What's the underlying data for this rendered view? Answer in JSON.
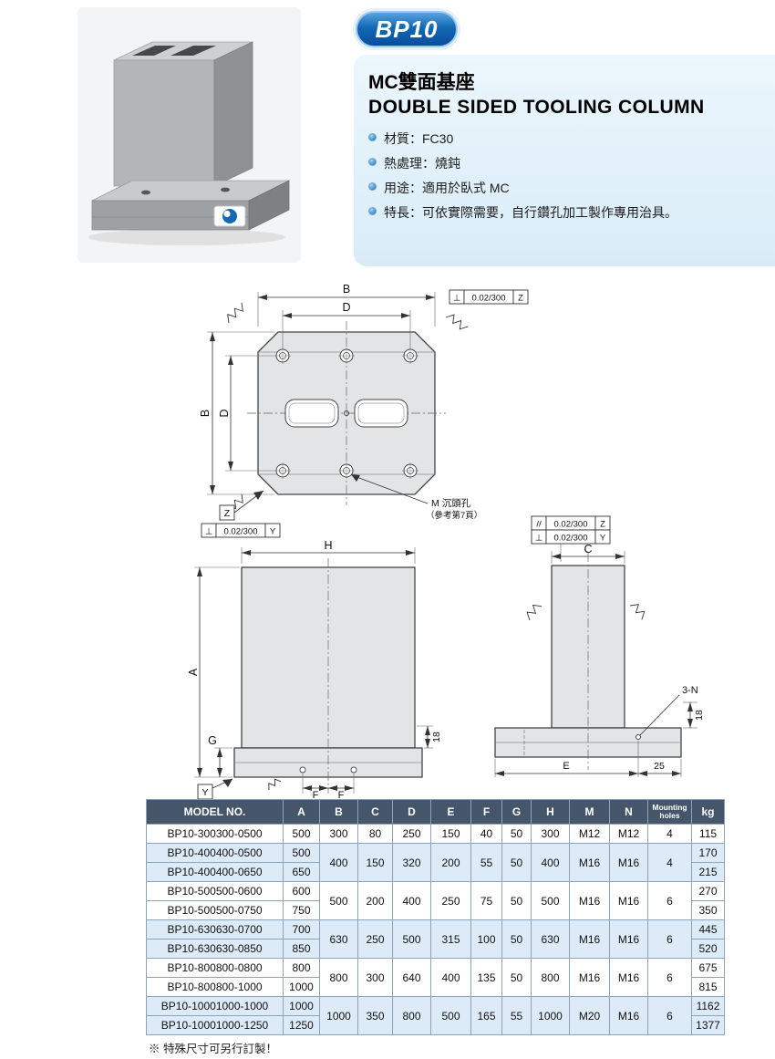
{
  "header": {
    "badge": "BP10",
    "title_zh": "MC雙面基座",
    "title_en": "DOUBLE SIDED TOOLING COLUMN",
    "specs": [
      "材質：FC30",
      "熱處理：燒鈍",
      "用途：適用於臥式 MC",
      "特長：可依實際需要，自行鑽孔加工製作專用治具。"
    ]
  },
  "colors": {
    "badge_blue": "#0e5aa7",
    "panel_blue": "#ddeef9",
    "table_header": "#46566a",
    "row_stripe": "#dcebf7"
  },
  "drawings": {
    "plan": {
      "dim_b_top": "B",
      "dim_d_top": "D",
      "dim_b_left": "B",
      "dim_d_left": "D",
      "tol_top_sym": "⊥",
      "tol_top_val": "0.02/300",
      "tol_top_datum": "Z",
      "datum_label": "Z",
      "tol_bottom_sym": "⊥",
      "tol_bottom_val": "0.02/300",
      "tol_bottom_datum": "Y",
      "callout_line1": "M 沉頭孔",
      "callout_line2": "（參考第7頁）"
    },
    "front": {
      "dim_h": "H",
      "dim_a": "A",
      "dim_g": "G",
      "dim_f_left": "F",
      "dim_f_right": "F",
      "dim_18": "18",
      "datum_label": "Y"
    },
    "side": {
      "tol1_sym": "//",
      "tol1_val": "0.02/300",
      "tol1_datum": "Z",
      "tol2_sym": "⊥",
      "tol2_val": "0.02/300",
      "tol2_datum": "Y",
      "dim_c": "C",
      "callout_3n": "3-N",
      "dim_e": "E",
      "dim_25": "25",
      "dim_18": "18"
    }
  },
  "table": {
    "headers": {
      "model": "MODEL NO.",
      "a": "A",
      "b": "B",
      "c": "C",
      "d": "D",
      "e": "E",
      "f": "F",
      "g": "G",
      "h": "H",
      "m": "M",
      "n": "N",
      "holes": "Mounting holes",
      "kg": "kg"
    },
    "rows": [
      {
        "model": "BP10-300300-0500",
        "a": "500",
        "b": "300",
        "c": "80",
        "d": "250",
        "e": "150",
        "f": "40",
        "g": "50",
        "h": "300",
        "m": "M12",
        "n": "M12",
        "holes": "4",
        "kg": "115"
      },
      {
        "model": "BP10-400400-0500",
        "a": "500",
        "b": "400",
        "c": "150",
        "d": "320",
        "e": "200",
        "f": "55",
        "g": "50",
        "h": "400",
        "m": "M16",
        "n": "M16",
        "holes": "4",
        "kg": "170"
      },
      {
        "model": "BP10-400400-0650",
        "a": "650",
        "kg": "215"
      },
      {
        "model": "BP10-500500-0600",
        "a": "600",
        "b": "500",
        "c": "200",
        "d": "400",
        "e": "250",
        "f": "75",
        "g": "50",
        "h": "500",
        "m": "M16",
        "n": "M16",
        "holes": "6",
        "kg": "270"
      },
      {
        "model": "BP10-500500-0750",
        "a": "750",
        "kg": "350"
      },
      {
        "model": "BP10-630630-0700",
        "a": "700",
        "b": "630",
        "c": "250",
        "d": "500",
        "e": "315",
        "f": "100",
        "g": "50",
        "h": "630",
        "m": "M16",
        "n": "M16",
        "holes": "6",
        "kg": "445"
      },
      {
        "model": "BP10-630630-0850",
        "a": "850",
        "kg": "520"
      },
      {
        "model": "BP10-800800-0800",
        "a": "800",
        "b": "800",
        "c": "300",
        "d": "640",
        "e": "400",
        "f": "135",
        "g": "50",
        "h": "800",
        "m": "M16",
        "n": "M16",
        "holes": "6",
        "kg": "675"
      },
      {
        "model": "BP10-800800-1000",
        "a": "1000",
        "kg": "815"
      },
      {
        "model": "BP10-10001000-1000",
        "a": "1000",
        "b": "1000",
        "c": "350",
        "d": "800",
        "e": "500",
        "f": "165",
        "g": "55",
        "h": "1000",
        "m": "M20",
        "n": "M16",
        "holes": "6",
        "kg": "1162"
      },
      {
        "model": "BP10-10001000-1250",
        "a": "1250",
        "kg": "1377"
      }
    ]
  },
  "footnote": "※ 特殊尺寸可另行訂製！"
}
